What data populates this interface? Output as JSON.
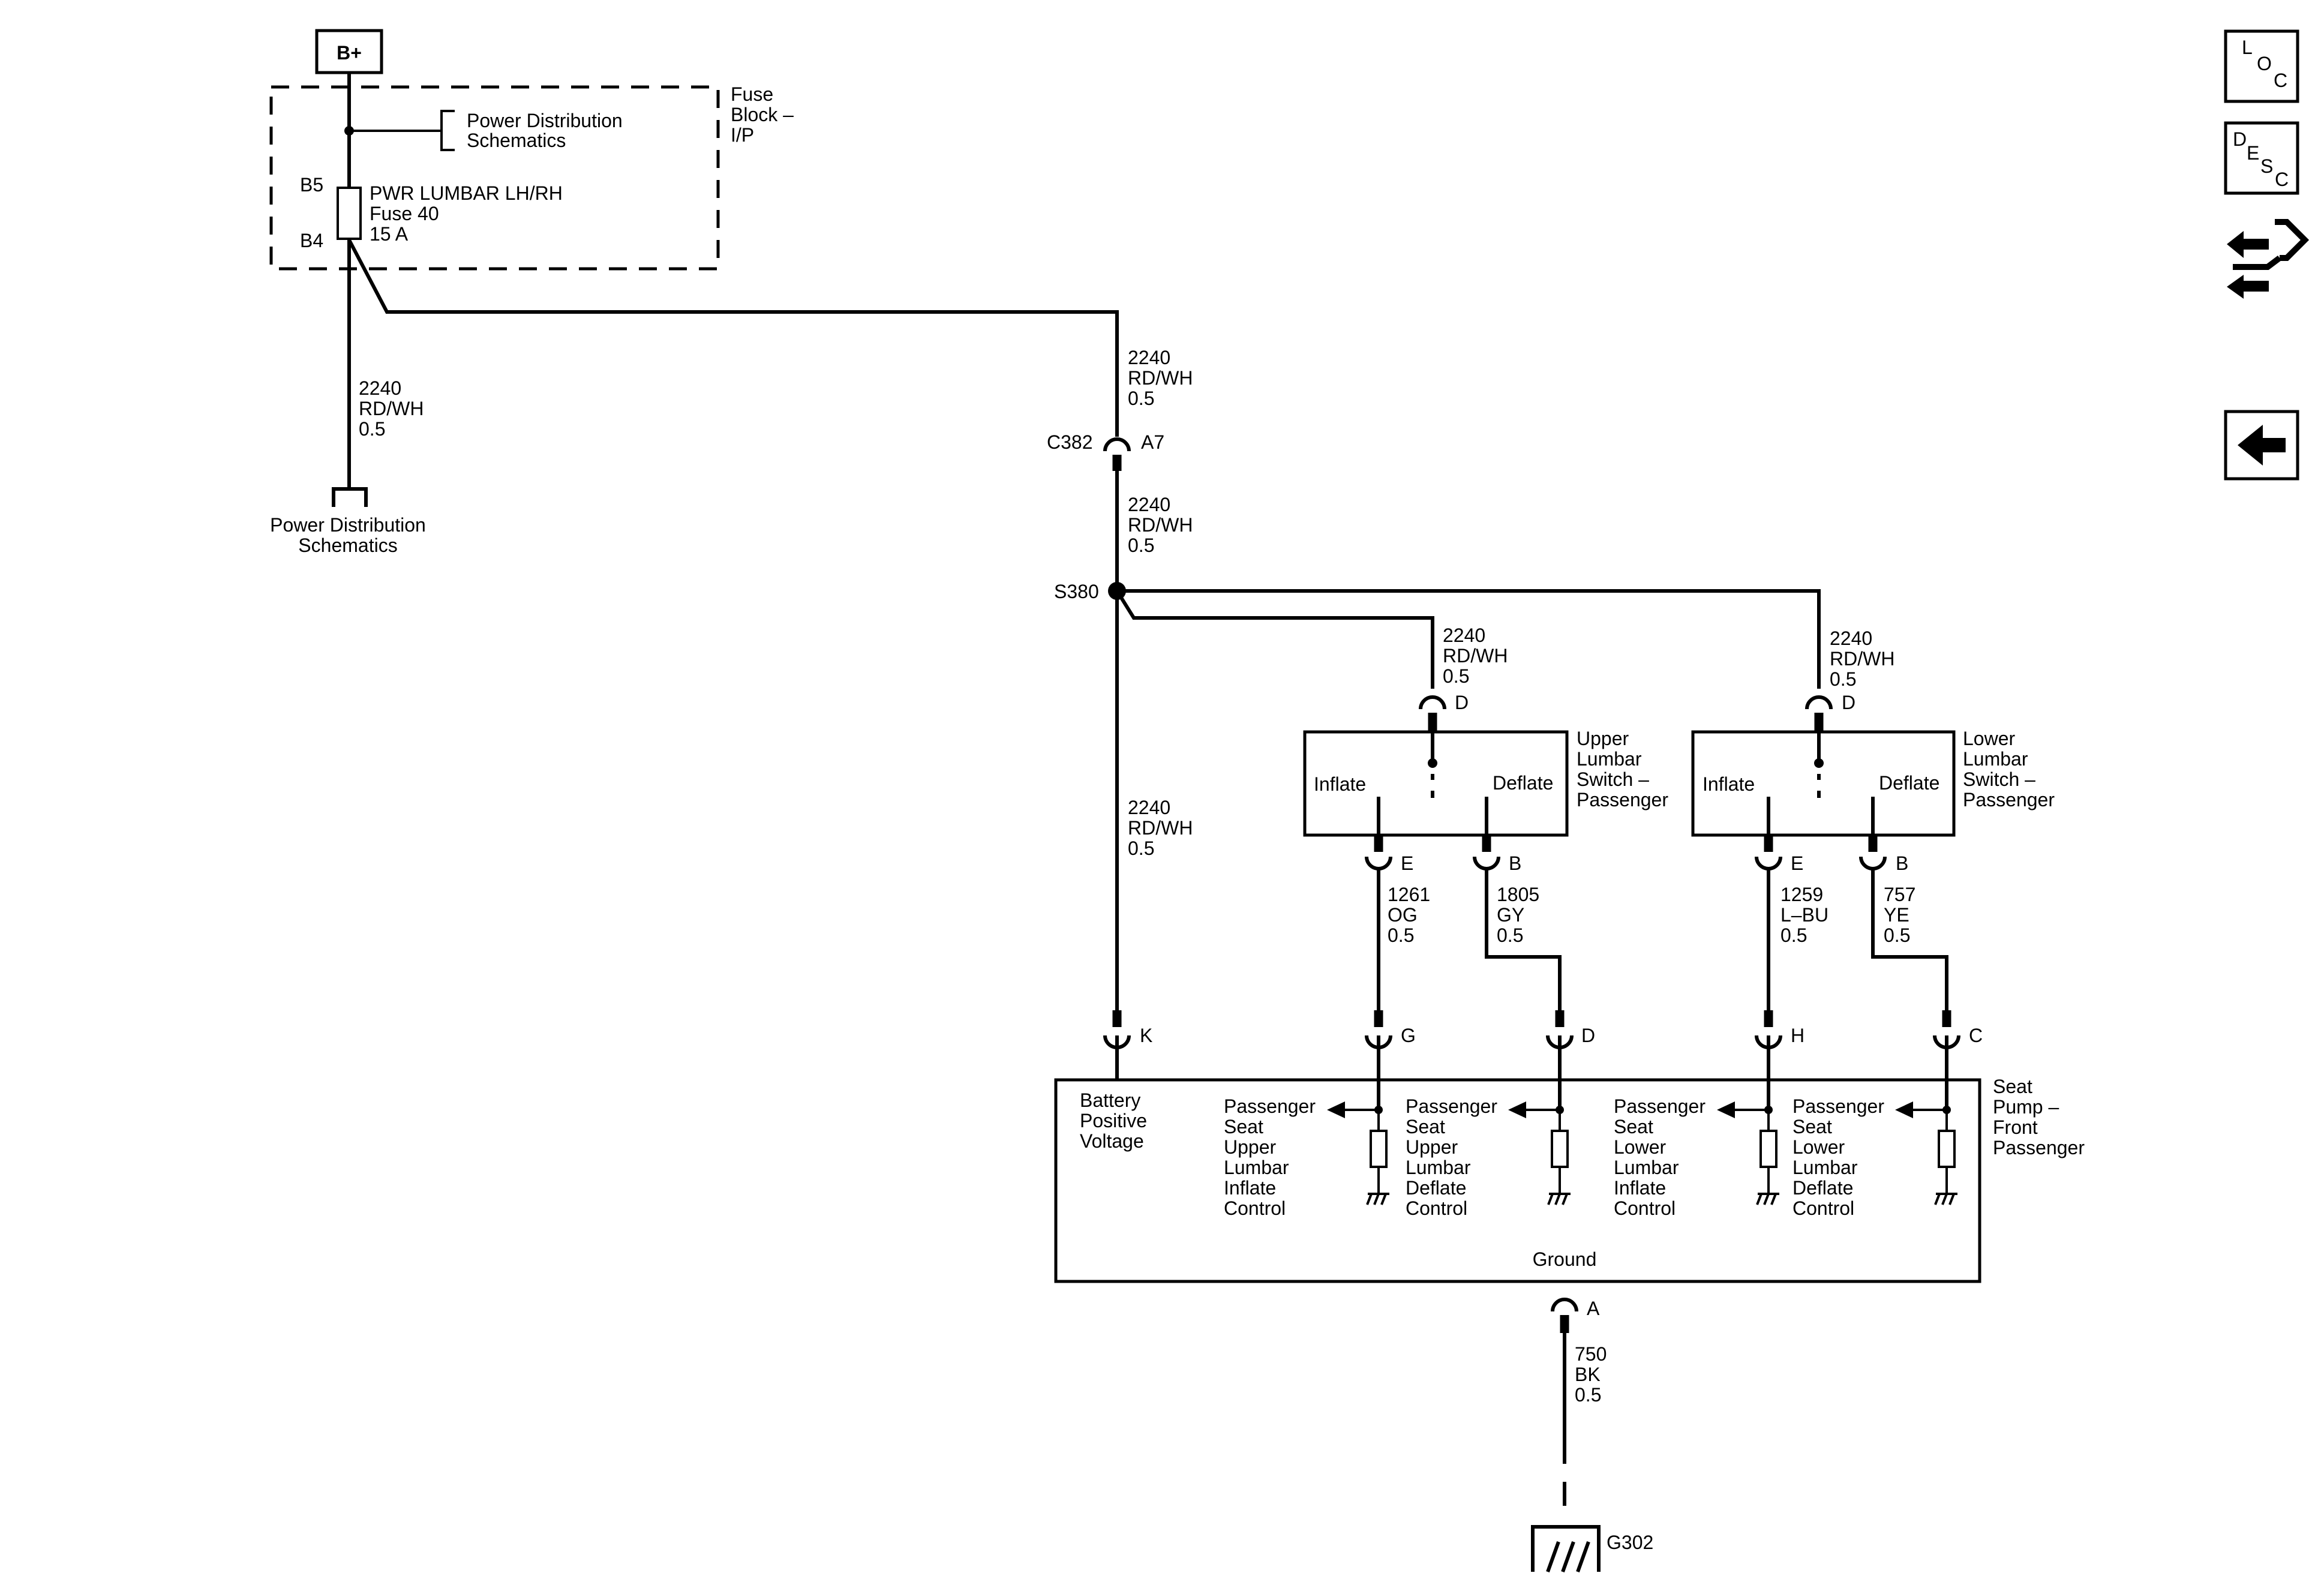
{
  "power": {
    "battery_label": "B+"
  },
  "fuse_block": {
    "title_lines": [
      "Fuse",
      "Block –",
      "I/P"
    ],
    "pd_ref_lines": [
      "Power Distribution",
      "Schematics"
    ],
    "fuse_lines": [
      "PWR LUMBAR LH/RH",
      "Fuse 40",
      "15 A"
    ],
    "pin_in": "B5",
    "pin_out": "B4"
  },
  "left_feed": {
    "wire_lines": [
      "2240",
      "RD/WH",
      "0.5"
    ],
    "ref_lines": [
      "Power Distribution",
      "Schematics"
    ]
  },
  "main_feed": {
    "wire_top_lines": [
      "2240",
      "RD/WH",
      "0.5"
    ],
    "connector": "C382",
    "connector_pin": "A7",
    "wire_mid_lines": [
      "2240",
      "RD/WH",
      "0.5"
    ],
    "splice": "S380",
    "wire_low_lines": [
      "2240",
      "RD/WH",
      "0.5"
    ]
  },
  "upper_switch": {
    "name_lines": [
      "Upper",
      "Lumbar",
      "Switch –",
      "Passenger"
    ],
    "feed_lines": [
      "2240",
      "RD/WH",
      "0.5"
    ],
    "feed_pin": "D",
    "inflate_label": "Inflate",
    "deflate_label": "Deflate",
    "inflate_pin": "E",
    "deflate_pin": "B",
    "inflate_wire_lines": [
      "1261",
      "OG",
      "0.5"
    ],
    "deflate_wire_lines": [
      "1805",
      "GY",
      "0.5"
    ]
  },
  "lower_switch": {
    "name_lines": [
      "Lower",
      "Lumbar",
      "Switch –",
      "Passenger"
    ],
    "feed_lines": [
      "2240",
      "RD/WH",
      "0.5"
    ],
    "feed_pin": "D",
    "inflate_label": "Inflate",
    "deflate_label": "Deflate",
    "inflate_pin": "E",
    "deflate_pin": "B",
    "inflate_wire_lines": [
      "1259",
      "L–BU",
      "0.5"
    ],
    "deflate_wire_lines": [
      "757",
      "YE",
      "0.5"
    ]
  },
  "pump": {
    "name_lines": [
      "Seat",
      "Pump –",
      "Front",
      "Passenger"
    ],
    "battery_lines": [
      "Battery",
      "Positive",
      "Voltage"
    ],
    "ground_label": "Ground",
    "pins": [
      "K",
      "G",
      "D",
      "H",
      "C"
    ],
    "controls": [
      [
        "Passenger",
        "Seat",
        "Upper",
        "Lumbar",
        "Inflate",
        "Control"
      ],
      [
        "Passenger",
        "Seat",
        "Upper",
        "Lumbar",
        "Deflate",
        "Control"
      ],
      [
        "Passenger",
        "Seat",
        "Lower",
        "Lumbar",
        "Inflate",
        "Control"
      ],
      [
        "Passenger",
        "Seat",
        "Lower",
        "Lumbar",
        "Deflate",
        "Control"
      ]
    ]
  },
  "ground": {
    "pin": "A",
    "wire_lines": [
      "750",
      "BK",
      "0.5"
    ],
    "ground_point": "G302"
  },
  "nav": {
    "loc_letters": [
      "L",
      "O",
      "C"
    ],
    "desc_letters": [
      "D",
      "E",
      "S",
      "C"
    ],
    "icons": [
      "location-icon",
      "description-icon",
      "connector-icon",
      "back-arrow-icon"
    ]
  }
}
